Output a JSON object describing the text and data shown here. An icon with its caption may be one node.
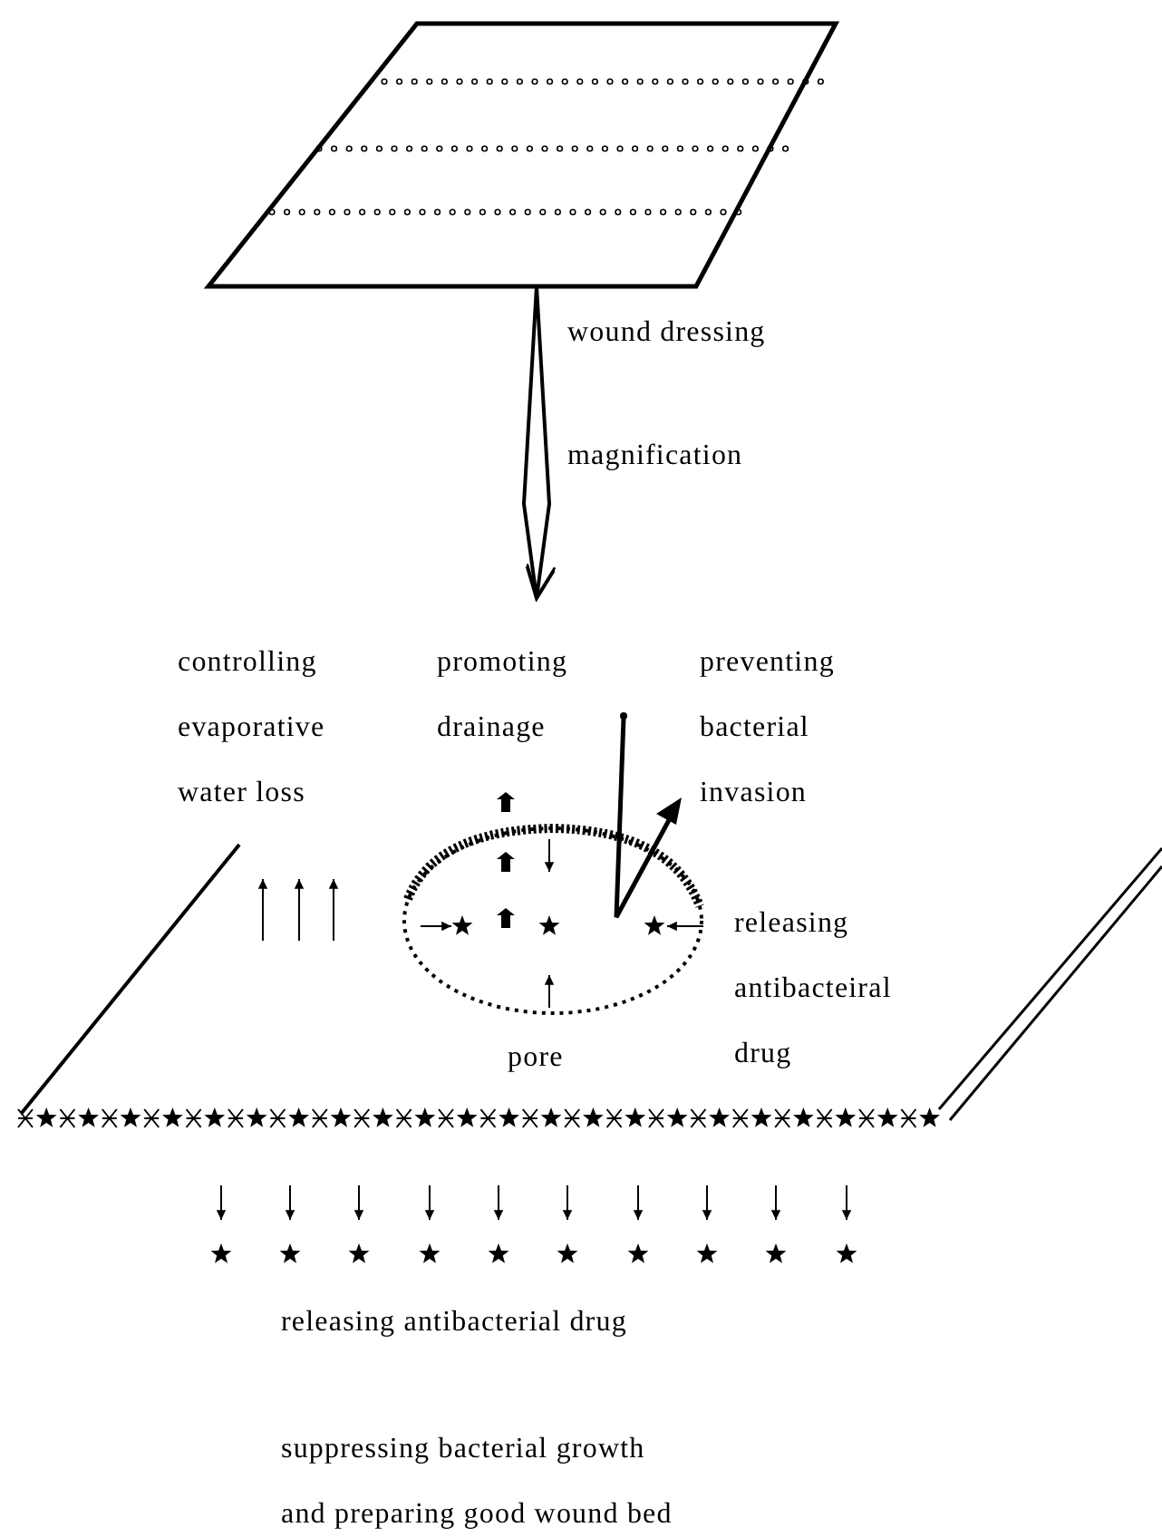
{
  "diagram": {
    "nodes": [
      {
        "text": [],
        "shape": "sheet",
        "beside": [
          "wound dressing"
        ]
      },
      {
        "text": [],
        "shape": "sheet"
      }
    ],
    "edges": [
      {
        "from": 0,
        "to": 1,
        "arrow": "to",
        "label": "magnification"
      }
    ],
    "labels": [
      "controlling evaporative water loss",
      "promoting drainage",
      "preventing bacterial invasion",
      "releasing antibacteiral drug",
      "pore",
      "releasing antibacterial drug",
      "suppressing bacterial growth and preparing good wound bed"
    ]
  }
}
